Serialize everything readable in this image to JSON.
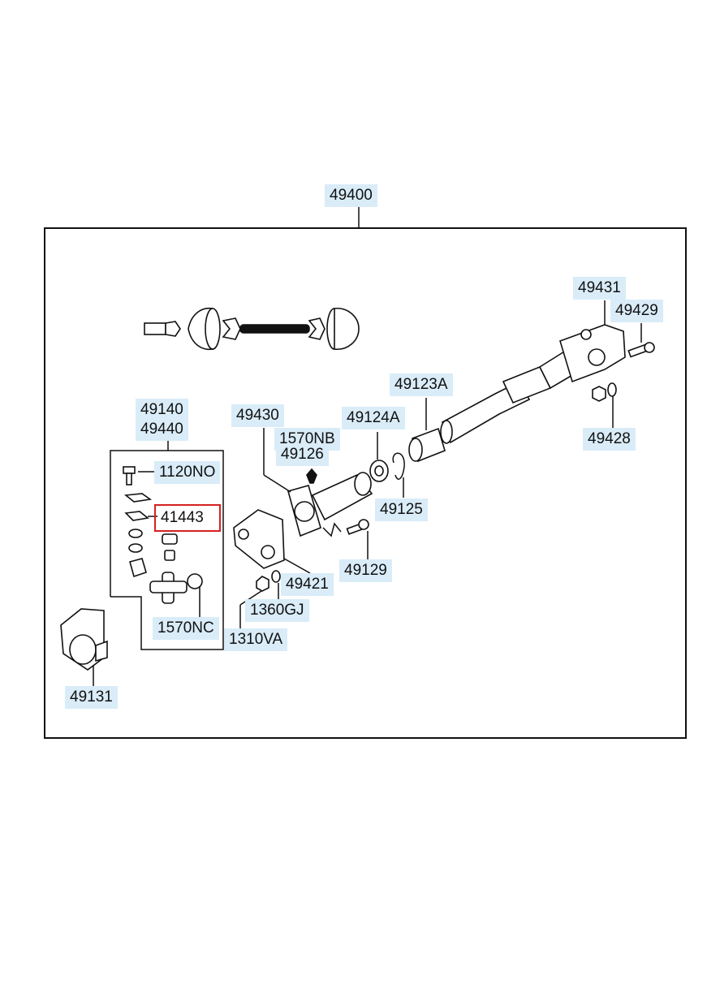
{
  "labels": {
    "assembly": "49400",
    "p49431": "49431",
    "p49429": "49429",
    "p49428": "49428",
    "p49123A": "49123A",
    "p49124A": "49124A",
    "p49125": "49125",
    "p1570NB": "1570NB",
    "p49126": "49126",
    "p49430": "49430",
    "p49129": "49129",
    "p49421": "49421",
    "p1360GJ": "1360GJ",
    "p1310VA": "1310VA",
    "p49140": "49140",
    "p49440": "49440",
    "p1120NO": "1120NO",
    "p41443": "41443",
    "p1570NC": "1570NC",
    "p49131": "49131"
  },
  "selected_part": "41443",
  "colors": {
    "label_bg": "#d9ecf8",
    "selection": "#d62020",
    "line": "#111111"
  }
}
